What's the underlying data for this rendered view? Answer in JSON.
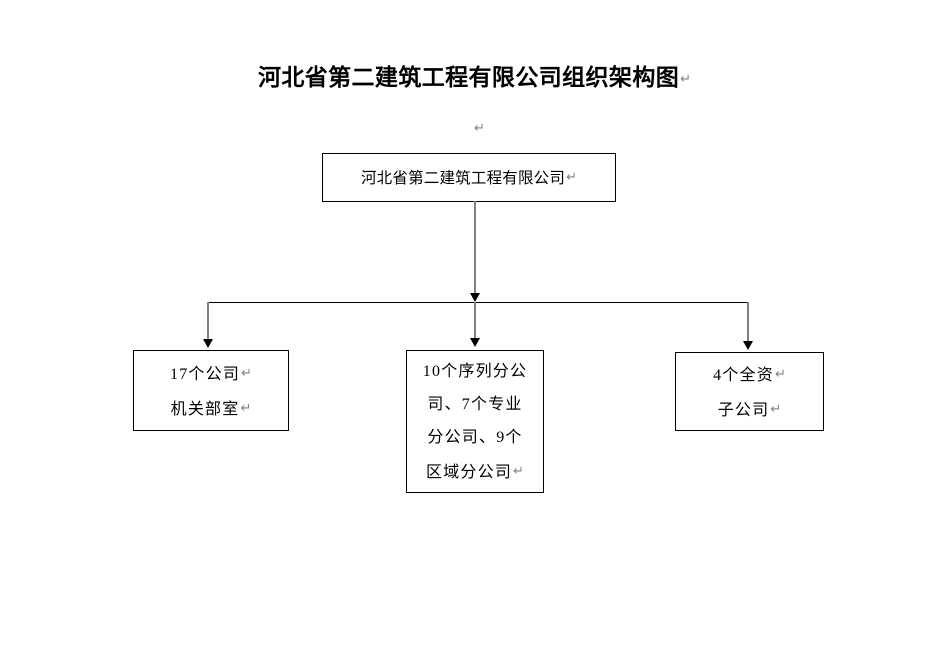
{
  "document": {
    "title": "河北省第二建筑工程有限公司组织架构图",
    "title_paragraph_mark": "↵",
    "empty_paragraph_mark": "↵",
    "background_color": "#ffffff",
    "text_color": "#000000",
    "connector_line_color": "#808080",
    "bus_line_color": "#000000",
    "box_border_color": "#000000"
  },
  "chart_data": {
    "type": "diagram",
    "diagram_kind": "organization-chart",
    "title": "河北省第二建筑工程有限公司组织架构图",
    "orientation": "top-down",
    "nodes": [
      {
        "id": "root",
        "level": 0,
        "lines": [
          "河北省第二建筑工程有限公司"
        ],
        "paragraph_marks": [
          "↵"
        ]
      },
      {
        "id": "departments",
        "level": 1,
        "lines": [
          "17个公司",
          "机关部室"
        ],
        "paragraph_marks": [
          "↵",
          "↵"
        ]
      },
      {
        "id": "branches",
        "level": 1,
        "lines": [
          "10个序列分公",
          "司、7个专业",
          "分公司、9个",
          "区域分公司"
        ],
        "paragraph_marks": [
          "",
          "",
          "",
          "↵"
        ]
      },
      {
        "id": "subsidiaries",
        "level": 1,
        "lines": [
          "4个全资",
          "子公司"
        ],
        "paragraph_marks": [
          "↵",
          "↵"
        ]
      }
    ],
    "edges": [
      {
        "from": "root",
        "to": "bus",
        "style": "solid-arrow"
      },
      {
        "from": "bus",
        "to": "departments",
        "style": "solid-arrow"
      },
      {
        "from": "bus",
        "to": "branches",
        "style": "solid-arrow"
      },
      {
        "from": "bus",
        "to": "subsidiaries",
        "style": "solid-arrow"
      }
    ]
  },
  "boxes": {
    "root": {
      "line1": "河北省第二建筑工程有限公司",
      "mark1": "↵"
    },
    "departments": {
      "line1": "17个公司",
      "mark1": "↵",
      "line2": "机关部室",
      "mark2": "↵"
    },
    "branches": {
      "line1": "10个序列分公",
      "line2": "司、7个专业",
      "line3": "分公司、9个",
      "line4": "区域分公司",
      "mark4": "↵"
    },
    "subsidiaries": {
      "line1": "4个全资",
      "mark1": "↵",
      "line2": "子公司",
      "mark2": "↵"
    }
  }
}
